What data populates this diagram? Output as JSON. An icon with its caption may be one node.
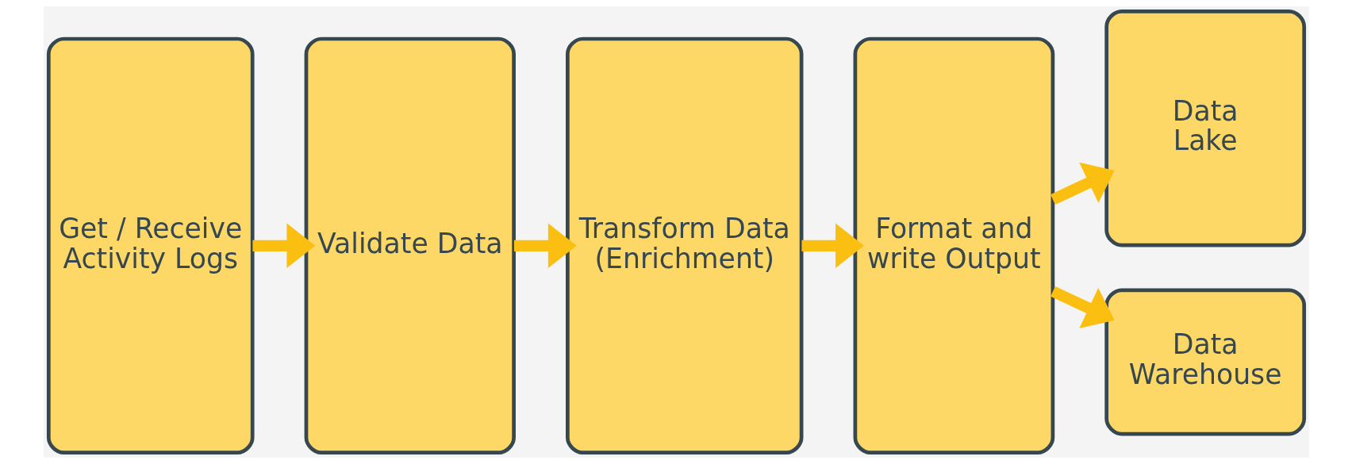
{
  "diagram": {
    "nodes": [
      {
        "text": [
          "Get / Receive Activity Logs"
        ]
      },
      {
        "text": [
          "Validate Data"
        ]
      },
      {
        "text": [
          "Transform Data (Enrichment)"
        ]
      },
      {
        "text": [
          "Format and write Output"
        ]
      },
      {
        "text": [
          "Data Lake"
        ]
      },
      {
        "text": [
          "Data Warehouse"
        ]
      }
    ],
    "edges": [
      {
        "from": 0,
        "to": 1,
        "arrow": "to"
      },
      {
        "from": 1,
        "to": 2,
        "arrow": "to"
      },
      {
        "from": 2,
        "to": 3,
        "arrow": "to"
      },
      {
        "from": 3,
        "to": 4,
        "arrow": "to"
      },
      {
        "from": 3,
        "to": 5,
        "arrow": "to"
      }
    ]
  }
}
